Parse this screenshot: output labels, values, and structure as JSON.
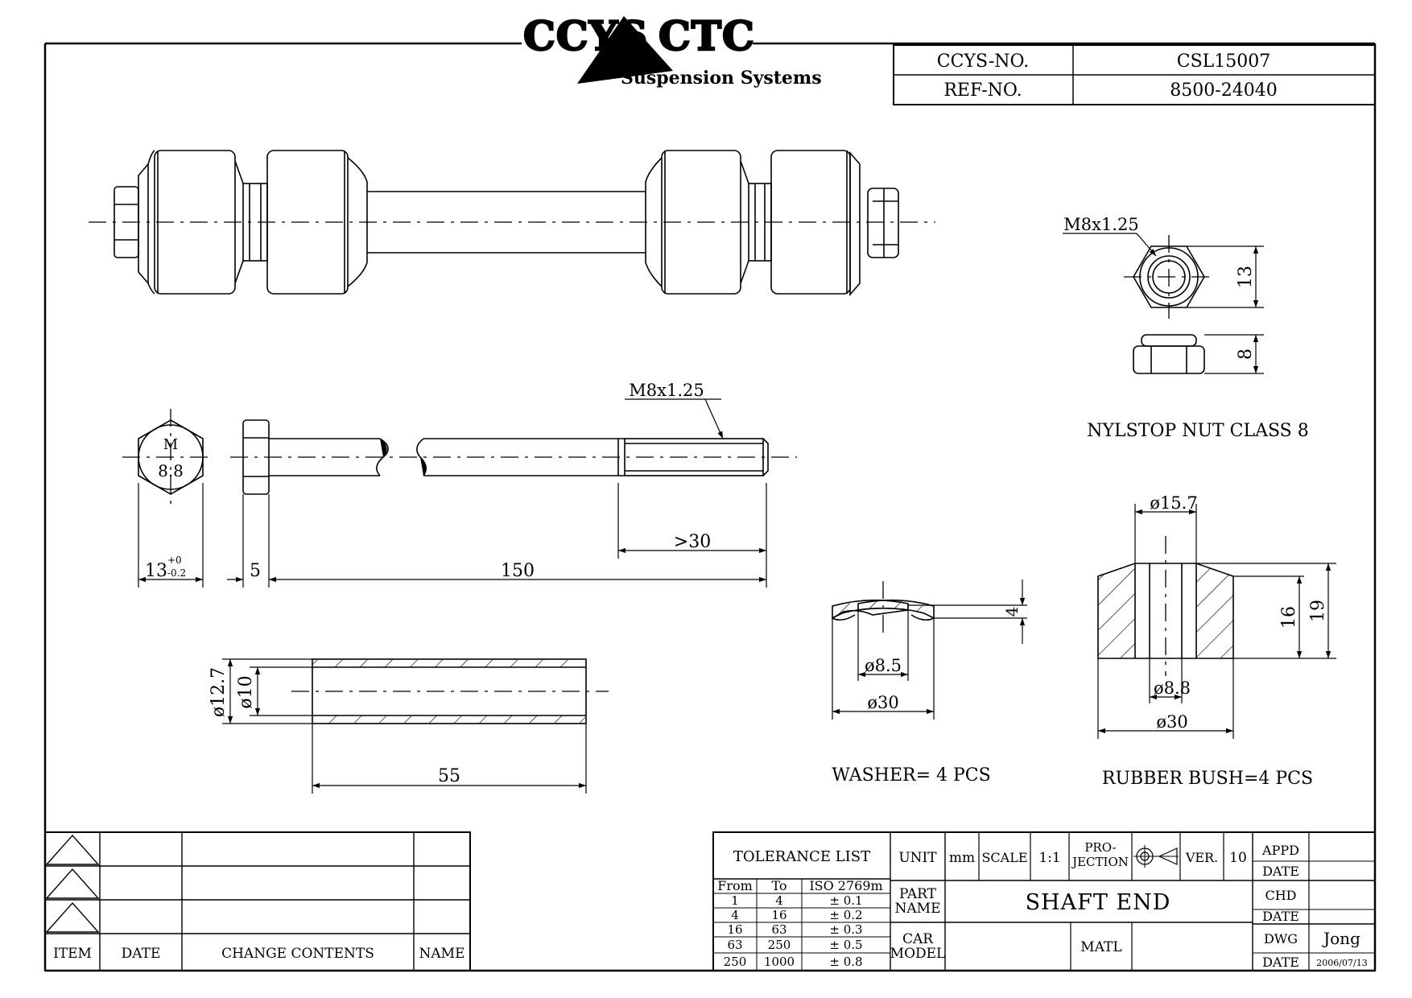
{
  "header": {
    "logo_text_left": "CCYS",
    "logo_text_right": "CTC",
    "logo_subtitle": "Suspension Systems",
    "ccys_no_label": "CCYS-NO.",
    "ccys_no_value": "CSL15007",
    "ref_no_label": "REF-NO.",
    "ref_no_value": "8500-24040"
  },
  "dimensions": {
    "bolt_grade_top": "M",
    "bolt_grade_bottom": "8.8",
    "bolt_thread": "M8x1.25",
    "hex_width": "13",
    "hex_width_tol_upper": "+0",
    "hex_width_tol_lower": "-0.2",
    "head_height": "5",
    "bolt_length": "150",
    "thread_length": ">30",
    "sleeve_outer_dia": "ø12.7",
    "sleeve_inner_dia": "ø10",
    "sleeve_length": "55",
    "nut_thread": "M8x1.25",
    "nut_width": "13",
    "nut_height": "8",
    "washer_thickness": "4",
    "washer_inner_dia": "ø8.5",
    "washer_outer_dia": "ø30",
    "bush_top_dia": "ø15.7",
    "bush_inner_dia": "ø8.8",
    "bush_outer_dia": "ø30",
    "bush_height_inner": "16",
    "bush_height_total": "19"
  },
  "part_labels": {
    "nut": "NYLSTOP NUT CLASS 8",
    "washer": "WASHER= 4 PCS",
    "bush": "RUBBER BUSH=4 PCS"
  },
  "revision_table": {
    "headers": [
      "ITEM",
      "DATE",
      "CHANGE CONTENTS",
      "NAME"
    ]
  },
  "title_block": {
    "tolerance_title": "TOLERANCE LIST",
    "tol_headers": [
      "From",
      "To",
      "ISO 2769m"
    ],
    "tol_rows": [
      [
        "1",
        "4",
        "± 0.1"
      ],
      [
        "4",
        "16",
        "± 0.2"
      ],
      [
        "16",
        "63",
        "± 0.3"
      ],
      [
        "63",
        "250",
        "± 0.5"
      ],
      [
        "250",
        "1000",
        "± 0.8"
      ]
    ],
    "unit_label": "UNIT",
    "unit_value": "mm",
    "scale_label": "SCALE",
    "scale_value": "1:1",
    "projection_label_1": "PRO-",
    "projection_label_2": "JECTION",
    "ver_label": "VER.",
    "ver_value": "10",
    "part_name_label_1": "PART",
    "part_name_label_2": "NAME",
    "part_name_value": "SHAFT END",
    "car_model_label_1": "CAR",
    "car_model_label_2": "MODEL",
    "matl_label": "MATL",
    "appd_label": "APPD",
    "chd_label": "CHD",
    "dwg_label": "DWG",
    "dwg_value": "Jong",
    "date_label": "DATE",
    "date_value": "2006/07/13"
  }
}
